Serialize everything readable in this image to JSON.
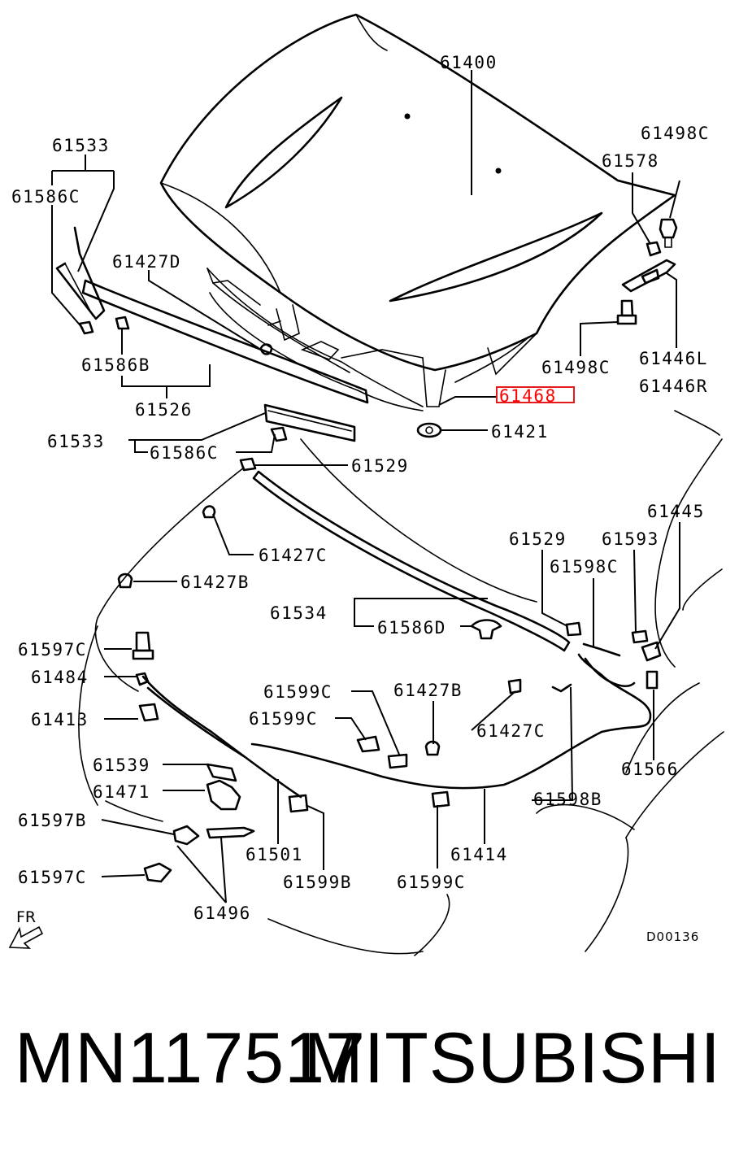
{
  "labels": {
    "l61400": "61400",
    "l61533a": "61533",
    "l61586Ca": "61586C",
    "l61427D": "61427D",
    "l61586B": "61586B",
    "l61526": "61526",
    "l61533b": "61533",
    "l61586Cb": "61586C",
    "l61529a": "61529",
    "l61427Ca": "61427C",
    "l61427Ba": "61427B",
    "l61534": "61534",
    "l61586D": "61586D",
    "l61597Ca": "61597C",
    "l61484": "61484",
    "l61413": "61413",
    "l61539": "61539",
    "l61471": "61471",
    "l61597B": "61597B",
    "l61597Cb": "61597C",
    "l61496": "61496",
    "l61501": "61501",
    "l61599Ba": "61599B",
    "l61599Ca": "61599C",
    "l61599Cb": "61599C",
    "l61599Cc": "61599C",
    "l61427Bb": "61427B",
    "l61427Cb": "61427C",
    "l61414": "61414",
    "l61598B": "61598B",
    "l61566": "61566",
    "l61529b": "61529",
    "l61598C": "61598C",
    "l61593": "61593",
    "l61445": "61445",
    "l61498Ca": "61498C",
    "l61578": "61578",
    "l61498Cb": "61498C",
    "l61446L": "61446L",
    "l61446R": "61446R",
    "l61468": "61468",
    "l61421": "61421"
  },
  "direction_marker": "FR",
  "diagram_code": "D00136",
  "highlighted_part": "61468",
  "highlight_color": "#ff0000",
  "footer": {
    "part_number": "MN117517",
    "brand": "MITSUBISHI"
  },
  "icons": {
    "front_arrow": "arrow-icon"
  }
}
